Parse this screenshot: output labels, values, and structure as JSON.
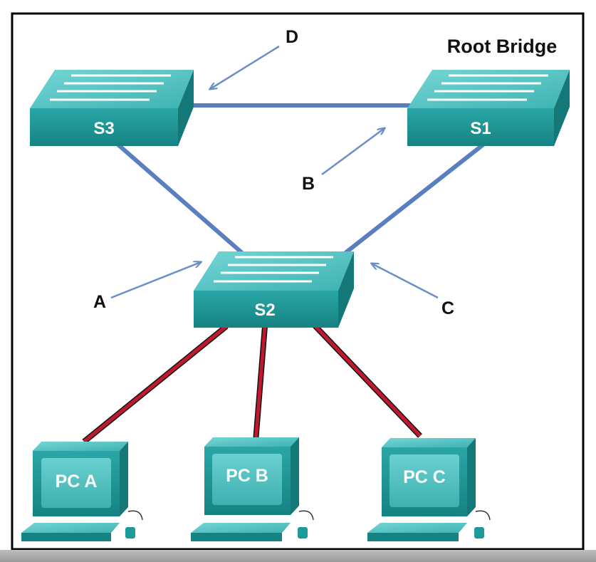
{
  "diagram": {
    "root_label": "Root Bridge",
    "switches": [
      {
        "id": "s3",
        "label": "S3"
      },
      {
        "id": "s1",
        "label": "S1"
      },
      {
        "id": "s2",
        "label": "S2"
      }
    ],
    "pcs": [
      {
        "id": "pca",
        "label": "PC A"
      },
      {
        "id": "pcb",
        "label": "PC B"
      },
      {
        "id": "pcc",
        "label": "PC C"
      }
    ],
    "pointers": [
      {
        "id": "a",
        "label": "A"
      },
      {
        "id": "b",
        "label": "B"
      },
      {
        "id": "c",
        "label": "C"
      },
      {
        "id": "d",
        "label": "D"
      }
    ],
    "colors": {
      "trunk_link": "#5a7fc0",
      "access_link": "#c0182c",
      "arrow": "#6a8fc8",
      "device_front": "#1e9a9a",
      "device_top": "#5fcaca",
      "device_side": "#157878",
      "frame": "#000000"
    }
  }
}
